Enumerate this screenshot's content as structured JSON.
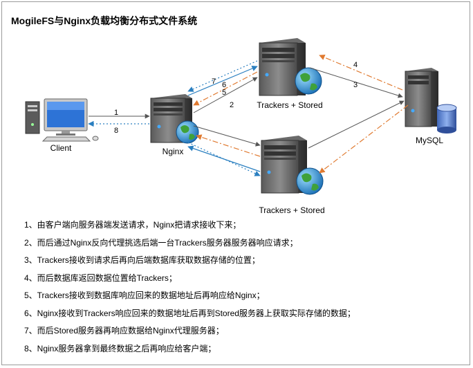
{
  "title": "MogileFS与Nginx负载均衡分布式文件系统",
  "nodes": {
    "client": "Client",
    "nginx": "Nginx",
    "tracker_top": "Trackers + Stored",
    "tracker_bottom": "Trackers + Stored",
    "mysql": "MySQL"
  },
  "edge_labels": {
    "e1": "1",
    "e2": "2",
    "e3": "3",
    "e4": "4",
    "e5": "5",
    "e6": "6",
    "e7": "7",
    "e8": "8"
  },
  "colors": {
    "request": "#555555",
    "nginx_response": "#2a7fc0",
    "db_response": "#e07a30"
  },
  "steps": [
    "1、由客户端向服务器端发送请求，Nginx把请求接收下来；",
    "2、而后通过Nginx反向代理挑选后端一台Trackers服务器服务器响应请求；",
    "3、Trackers接收到请求后再向后端数据库获取数据存储的位置；",
    "4、而后数据库返回数据位置给Trackers；",
    "5、Trackers接收到数据库响应回来的数据地址后再响应给Nginx；",
    "6、Nginx接收到Trackers响应回来的数据地址后再到Stored服务器上获取实际存储的数据；",
    "7、而后Stored服务器再响应数据给Nginx代理服务器；",
    "8、Nginx服务器拿到最终数据之后再响应给客户端；"
  ]
}
